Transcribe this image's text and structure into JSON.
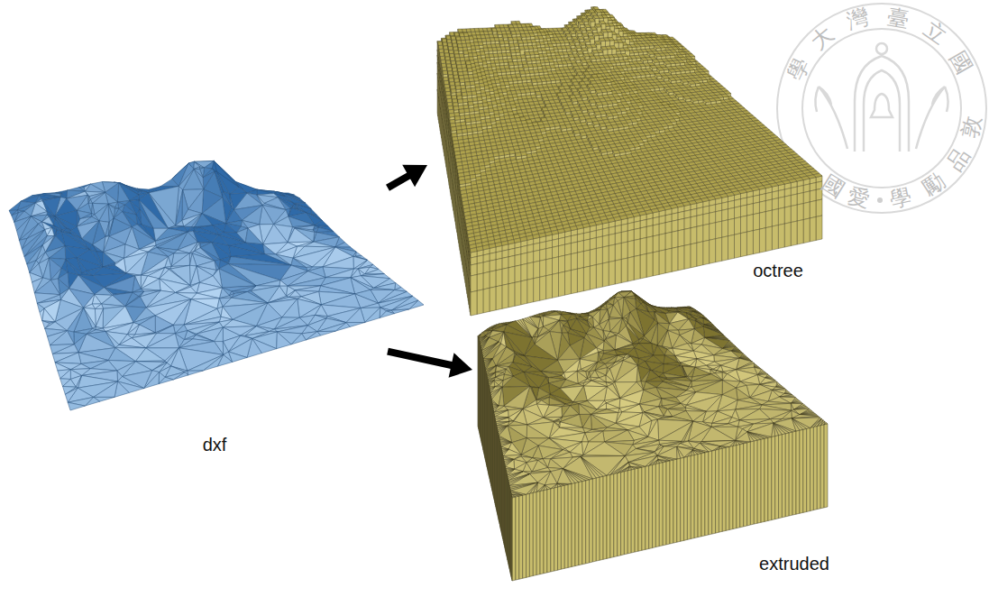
{
  "diagram": {
    "nodes": [
      {
        "text": [
          "dxf"
        ]
      },
      {
        "text": [
          "octree"
        ]
      },
      {
        "text": [
          "extruded"
        ]
      }
    ],
    "edges": [
      {
        "from": 0,
        "to": 1,
        "arrow": "to"
      },
      {
        "from": 0,
        "to": 2,
        "arrow": "to"
      }
    ],
    "labels": [
      "國立臺灣大學",
      "敦品勵學",
      "愛國"
    ]
  }
}
